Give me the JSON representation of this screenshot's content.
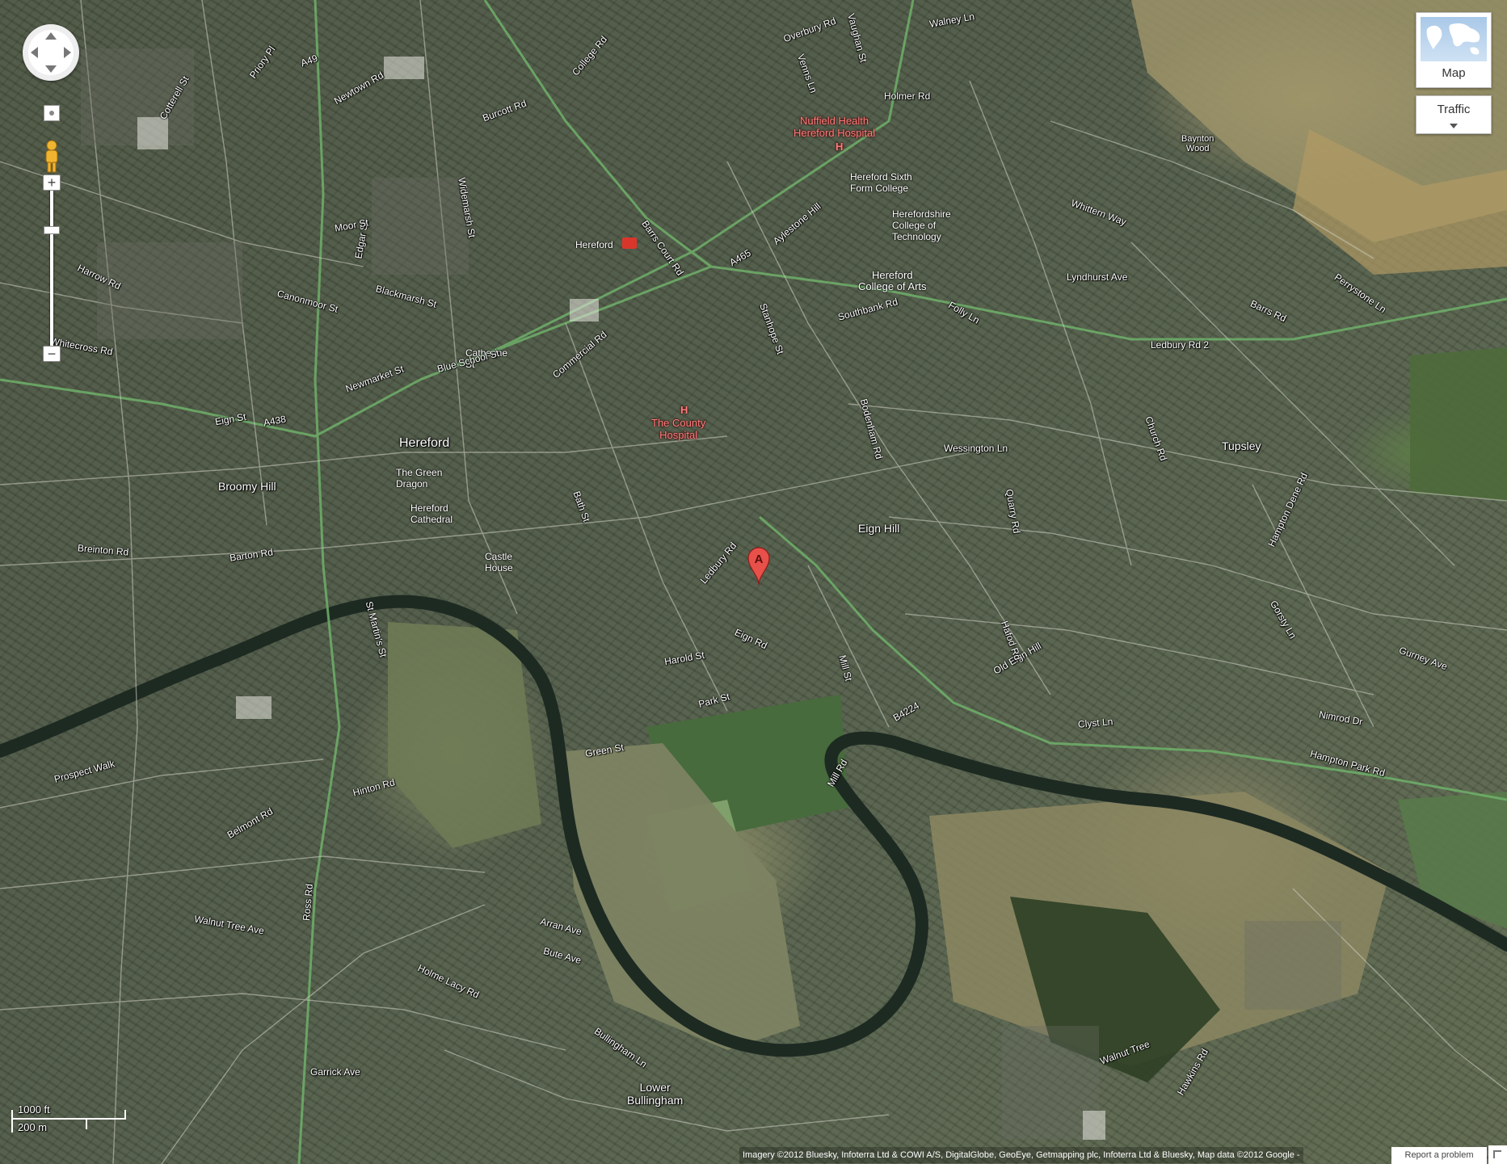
{
  "controls": {
    "map_button": "Map",
    "traffic_button": "Traffic",
    "zoom_in": "+",
    "zoom_out": "−"
  },
  "marker": {
    "label": "A"
  },
  "scale": {
    "feet": "1000 ft",
    "meters": "200 m"
  },
  "attribution": "Imagery ©2012 Bluesky, Infoterra Ltd & COWI A/S, DigitalGlobe, GeoEye, Getmapping plc, Infoterra Ltd & Bluesky, Map data ©2012 Google -",
  "report_link": "Report a problem",
  "places": {
    "hereford": "Hereford",
    "broomy_hill": "Broomy Hill",
    "eign_hill": "Eign Hill",
    "tupsley": "Tupsley",
    "bayton_wood": "Baynton\nWood",
    "lower_bullingham": "Lower\nBullingham"
  },
  "pois": {
    "nuffield": "Nuffield Health\nHereford Hospital",
    "county_hospital": "The County\nHospital",
    "hereford_station": "Hereford",
    "sixth_form": "Hereford Sixth\nForm College",
    "college_tech": "Herefordshire\nCollege of\nTechnology",
    "college_arts": "Hereford\nCollege of Arts",
    "green_dragon": "The Green\nDragon",
    "cathedral": "Hereford\nCathedral",
    "castle_house": "Castle\nHouse",
    "catherine": "Catherine\nSt"
  },
  "roads": [
    "A49",
    "Newtown Rd",
    "Priory Pl",
    "Burcott Rd",
    "College Rd",
    "Overbury Rd",
    "Walney Ln",
    "A465",
    "Aylestone Hill",
    "Barrs Court Rd",
    "Widemarsh St",
    "Edgar St",
    "A438",
    "Commercial Rd",
    "Blue School St",
    "Newmarket St",
    "Eign St",
    "Bath St",
    "Ledbury Rd",
    "Eign Rd",
    "Harold St",
    "Park St",
    "Green St",
    "B4224",
    "Barton Rd",
    "Breinton Rd",
    "St Martin's St",
    "Ross Rd",
    "Holme Lacy Rd",
    "Belmont Rd",
    "Hinton Rd",
    "Walnut Tree Ave",
    "Hampton Park Rd",
    "Old Eign Hill",
    "Church Rd",
    "Lyndhurst Ave",
    "Whittern Way",
    "Folly Ln",
    "Venns Ln",
    "Vaughan St",
    "Southbank Rd",
    "Cotterell St",
    "Moor St",
    "Blackmarsh St",
    "Canonmoor St",
    "Harrow Rd",
    "Whitecross Rd",
    "Barrs Rd",
    "Mill St",
    "Nimrod Dr",
    "Gurney Ave",
    "Hafod Rd",
    "Bodenham Rd",
    "Quarry Rd",
    "Wessington Ln",
    "Clyst Ln",
    "Mill Rd",
    "Bullingham Ln",
    "Garrick Ave",
    "Holmer Rd",
    "Stanhope St",
    "Arran Ave",
    "Bute Ave",
    "Walnut Tree",
    "Hawkins Rd",
    "Gorsty Ln",
    "Perrystone Ln",
    "Hampton Dene Rd",
    "Ledbury Rd 2",
    "Prospect Walk"
  ]
}
